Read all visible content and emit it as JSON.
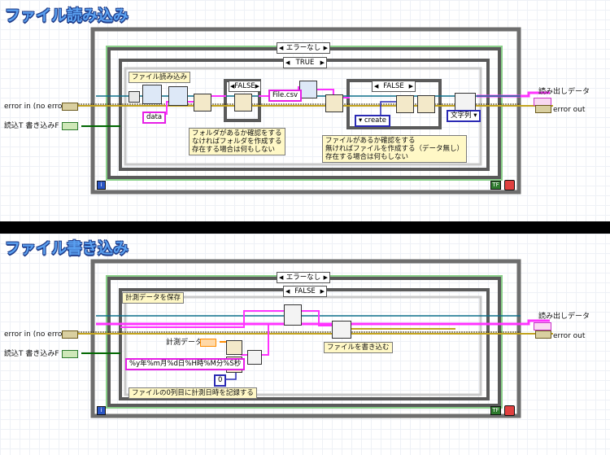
{
  "top": {
    "heading": "ファイル読み込み",
    "case_outer": "エラーなし",
    "case_inner": "TRUE",
    "case_folder": "FALSE",
    "case_file": "FALSE",
    "sequence_label": "ファイル読み込み",
    "error_in": "error in (no error)",
    "error_out": "error out",
    "read_data": "読み出しデータ",
    "bool_labels": "読込T  書き込みF",
    "data_const": "data",
    "filename_const": "File.csv",
    "create_enum": "create",
    "string_enum": "文字列",
    "comment_folder": [
      "フォルダがあるか確認をする",
      "なければフォルダを作成する",
      "存在する場合は何もしない"
    ],
    "comment_file": [
      "ファイルがあるか確認をする",
      "無ければファイルを作成する（データ無し）",
      "存在する場合は何もしない"
    ],
    "loop_index": "i",
    "stop_terminal": "TF"
  },
  "bottom": {
    "heading": "ファイル書き込み",
    "case_outer": "エラーなし",
    "case_inner": "FALSE",
    "sequence_label": "計測データを保存",
    "error_in": "error in (no error)",
    "error_out": "error out",
    "read_data": "読み出しデータ",
    "bool_labels": "読込T  書き込みF",
    "measure_label": "計測データ",
    "format_const": "%y年%m月%d日%H時%M分%S秒",
    "zero_const": "0",
    "write_label": "ファイルを書き込む",
    "comment_date": "ファイルの0列目に計測日時を記録する",
    "loop_index": "i",
    "stop_terminal": "TF"
  },
  "colors": {
    "error_wire": "#c2a31f",
    "string_wire": "#ff33ff",
    "bool_wire": "#006600",
    "refnum_wire": "#0b6e8a",
    "case_frame": "#5a5a5a",
    "heading": "#5aa0f0"
  }
}
